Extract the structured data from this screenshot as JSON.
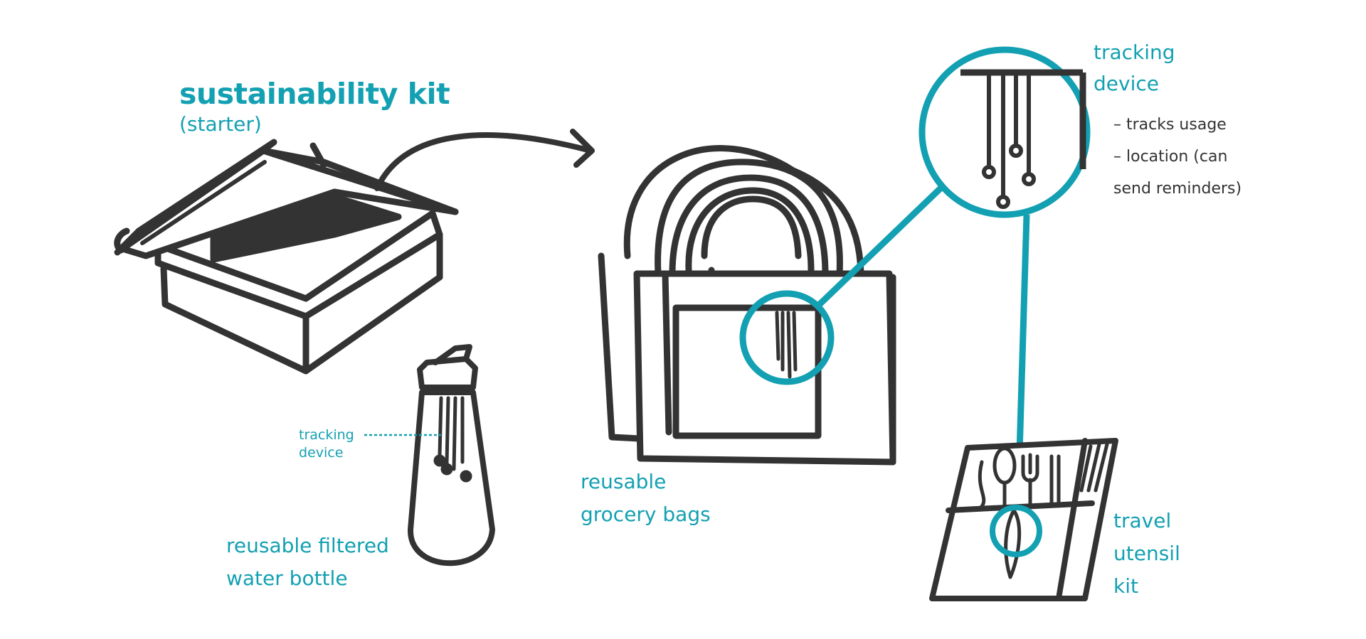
{
  "kit": {
    "title": "sustainability kit",
    "subtitle": "(starter)"
  },
  "bottle": {
    "label_line1": "reusable filtered",
    "label_line2": "water bottle",
    "callout_line1": "tracking",
    "callout_line2": "device"
  },
  "bags": {
    "label_line1": "reusable",
    "label_line2": "grocery bags"
  },
  "device": {
    "title_line1": "tracking",
    "title_line2": "device",
    "notes": [
      "– tracks usage",
      "– location (can",
      "send reminders)"
    ]
  },
  "utensils": {
    "label_line1": "travel",
    "label_line2": "utensil",
    "label_line3": "kit"
  },
  "colors": {
    "accent": "#13a0b2",
    "ink": "#333333"
  }
}
